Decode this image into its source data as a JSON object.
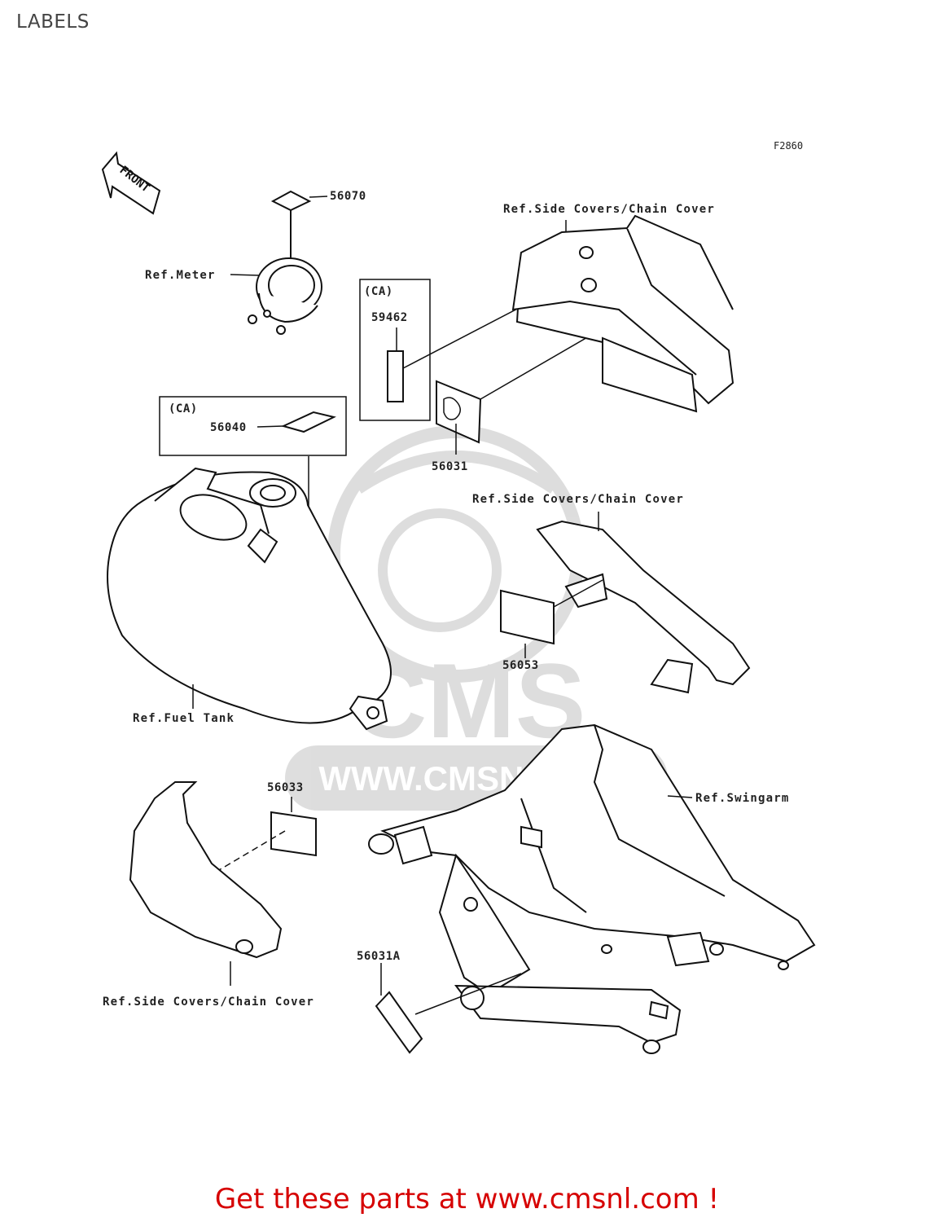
{
  "page": {
    "title": "LABELS",
    "figure_code": "F2860",
    "footer_text": "Get these parts at www.cmsnl.com !"
  },
  "watermark": {
    "brand": "CMS",
    "url": "WWW.CMSNL.COM"
  },
  "direction_arrow": {
    "text": "FRONT"
  },
  "refs": {
    "side_covers_top": "Ref.Side Covers/Chain Cover",
    "meter": "Ref.Meter",
    "side_covers_mid": "Ref.Side Covers/Chain Cover",
    "fuel_tank": "Ref.Fuel Tank",
    "swingarm": "Ref.Swingarm",
    "side_covers_bottom": "Ref.Side Covers/Chain Cover"
  },
  "callouts": {
    "ca_box_1": "(CA)",
    "ca_box_2": "(CA)"
  },
  "parts": [
    {
      "number": "56070"
    },
    {
      "number": "59462"
    },
    {
      "number": "56040"
    },
    {
      "number": "56031"
    },
    {
      "number": "56053"
    },
    {
      "number": "56033"
    },
    {
      "number": "56031A"
    }
  ]
}
